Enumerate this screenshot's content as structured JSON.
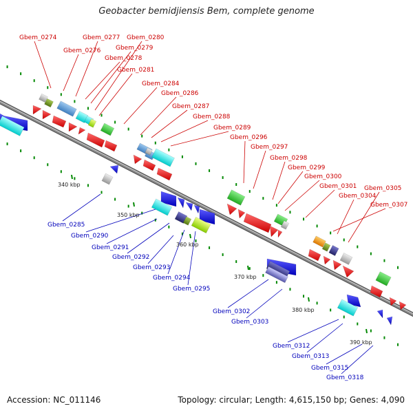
{
  "title": "Geobacter bemidjiensis Bem, complete genome",
  "footer": {
    "accession": "Accession: NC_011146",
    "summary": "Topology: circular; Length: 4,615,150 bp; Genes: 4,090"
  },
  "ticks": [
    "340 kbp",
    "350 kbp",
    "360 kbp",
    "370 kbp",
    "380 kbp",
    "390 kbp"
  ],
  "top_labels": [
    "Gbem_0274",
    "Gbem_0276",
    "Gbem_0277",
    "Gbem_0280",
    "Gbem_0279",
    "Gbem_0278",
    "Gbem_0281",
    "Gbem_0284",
    "Gbem_0286",
    "Gbem_0287",
    "Gbem_0288",
    "Gbem_0289",
    "Gbem_0296",
    "Gbem_0297",
    "Gbem_0298",
    "Gbem_0299",
    "Gbem_0300",
    "Gbem_0301",
    "Gbem_0305",
    "Gbem_0304",
    "Gbem_0307"
  ],
  "bottom_labels": [
    "Gbem_0285",
    "Gbem_0290",
    "Gbem_0291",
    "Gbem_0292",
    "Gbem_0293",
    "Gbem_0294",
    "Gbem_0295",
    "Gbem_0302",
    "Gbem_0303",
    "Gbem_0312",
    "Gbem_0313",
    "Gbem_0315",
    "Gbem_0318"
  ],
  "colors": {
    "forward_label": "#cc0000",
    "reverse_label": "#0000bb",
    "backbone": "#8a8a8a",
    "cds_forward": "#ee0000",
    "cds_reverse": "#0000ee",
    "tick_mark": "#008800"
  }
}
